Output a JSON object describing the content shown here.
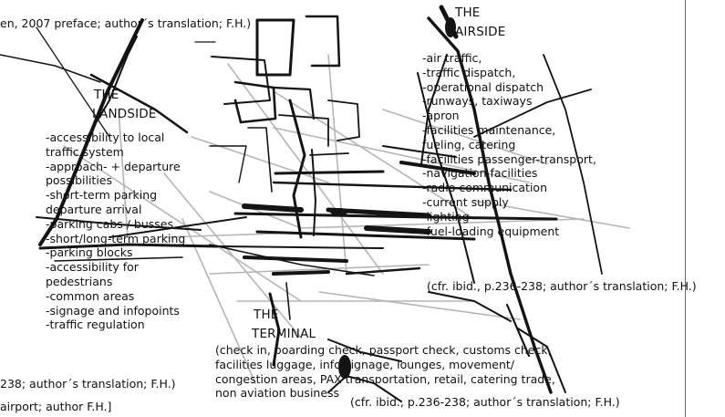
{
  "top_caption": "en, 2007 preface; author´s translation; F.H.)",
  "airside": {
    "title_line1": "THE",
    "title_line2": "AIRSIDE",
    "items": [
      "-air traffic,",
      "-traffic dispatch,",
      "-operational dispatch",
      "-runways, taxiways",
      "-apron",
      "-facilities maintenance,",
      "fueling, catering",
      "-facilities passenger-transport,",
      "-navigation facilities",
      "-radio communication",
      "-current supply",
      "-lighting",
      "-fuel-loading equipment"
    ],
    "citation": "(cfr. ibid., p.236-238; author´s translation; F.H.)"
  },
  "landside": {
    "title_line1": "THE",
    "title_line2": "LANDSIDE",
    "items": [
      "-accessibility to local",
      "traffic system",
      "-approach- + departure",
      "possibilities",
      "-short-term parking",
      "departure arrival",
      "-parking cabs / busses",
      "-short/long-term parking",
      "-parking blocks",
      "-accessibility for",
      "pedestrians",
      "-common areas",
      "-signage and infopoints",
      "-traffic regulation"
    ],
    "citation": "238; author´s translation; F.H.)"
  },
  "terminal": {
    "title_line1": "THE",
    "title_line2": "TERMINAL",
    "items": [
      "(check in, boarding check, passport check, customs check,",
      "facilities luggage, info/signage, lounges, movement/",
      "congestion areas, PAX transportation, retail, catering trade,",
      "non aviation business"
    ],
    "citation": "(cfr. ibid., p.236-238; author´s translation; F.H.)"
  },
  "bottom_caption": "airport; author F.H.]"
}
